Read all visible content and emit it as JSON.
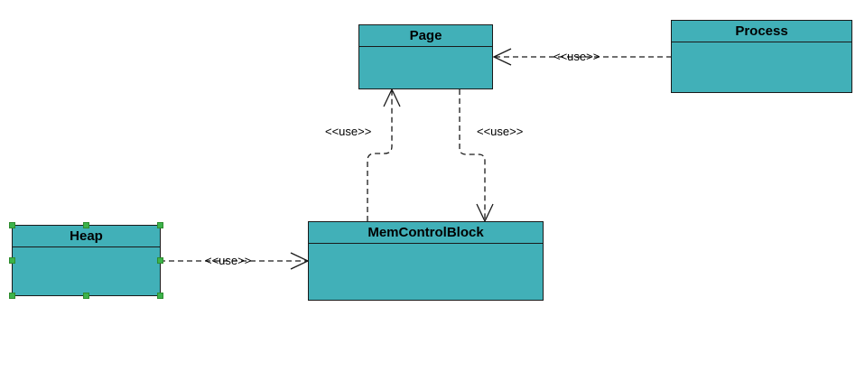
{
  "colors": {
    "class_fill": "#41b0b8",
    "line": "#1a1a1a",
    "selection_handle": "#3cb34a"
  },
  "diagram": {
    "classes": {
      "page": {
        "name": "Page"
      },
      "process": {
        "name": "Process"
      },
      "heap": {
        "name": "Heap",
        "selected": true
      },
      "memcontrolblock": {
        "name": "MemControlBlock"
      }
    },
    "relations": {
      "process_to_page": {
        "label": "<<use>>"
      },
      "mcb_to_page": {
        "label": "<<use>>"
      },
      "page_to_mcb": {
        "label": "<<use>>"
      },
      "heap_to_mcb": {
        "label": "<<use>>"
      }
    }
  }
}
